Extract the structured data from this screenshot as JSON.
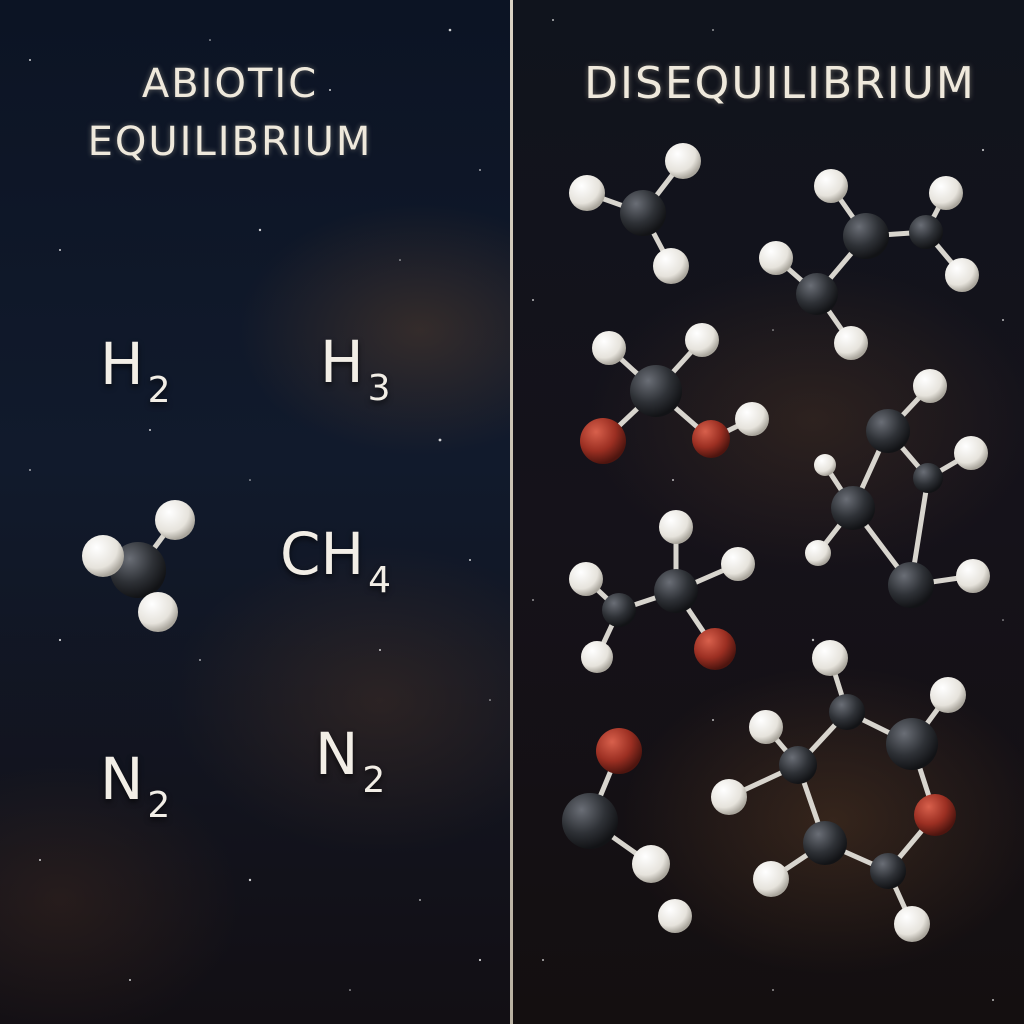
{
  "left_panel": {
    "title_line1": "ABIOTIC",
    "title_line2": "EQUILIBRIUM",
    "formulas": [
      {
        "element": "H",
        "sub": "2"
      },
      {
        "element": "H",
        "sub": "3"
      },
      {
        "element": "CH",
        "sub": "4"
      },
      {
        "element": "N",
        "sub": "2"
      },
      {
        "element": "N",
        "sub": "2"
      }
    ]
  },
  "right_panel": {
    "title": "DISEQUILIBRIUM"
  },
  "colors": {
    "carbon": "#2e3136",
    "hydrogen": "#e6e3dc",
    "oxygen": "#9b2f22",
    "text": "#efe9dc"
  }
}
